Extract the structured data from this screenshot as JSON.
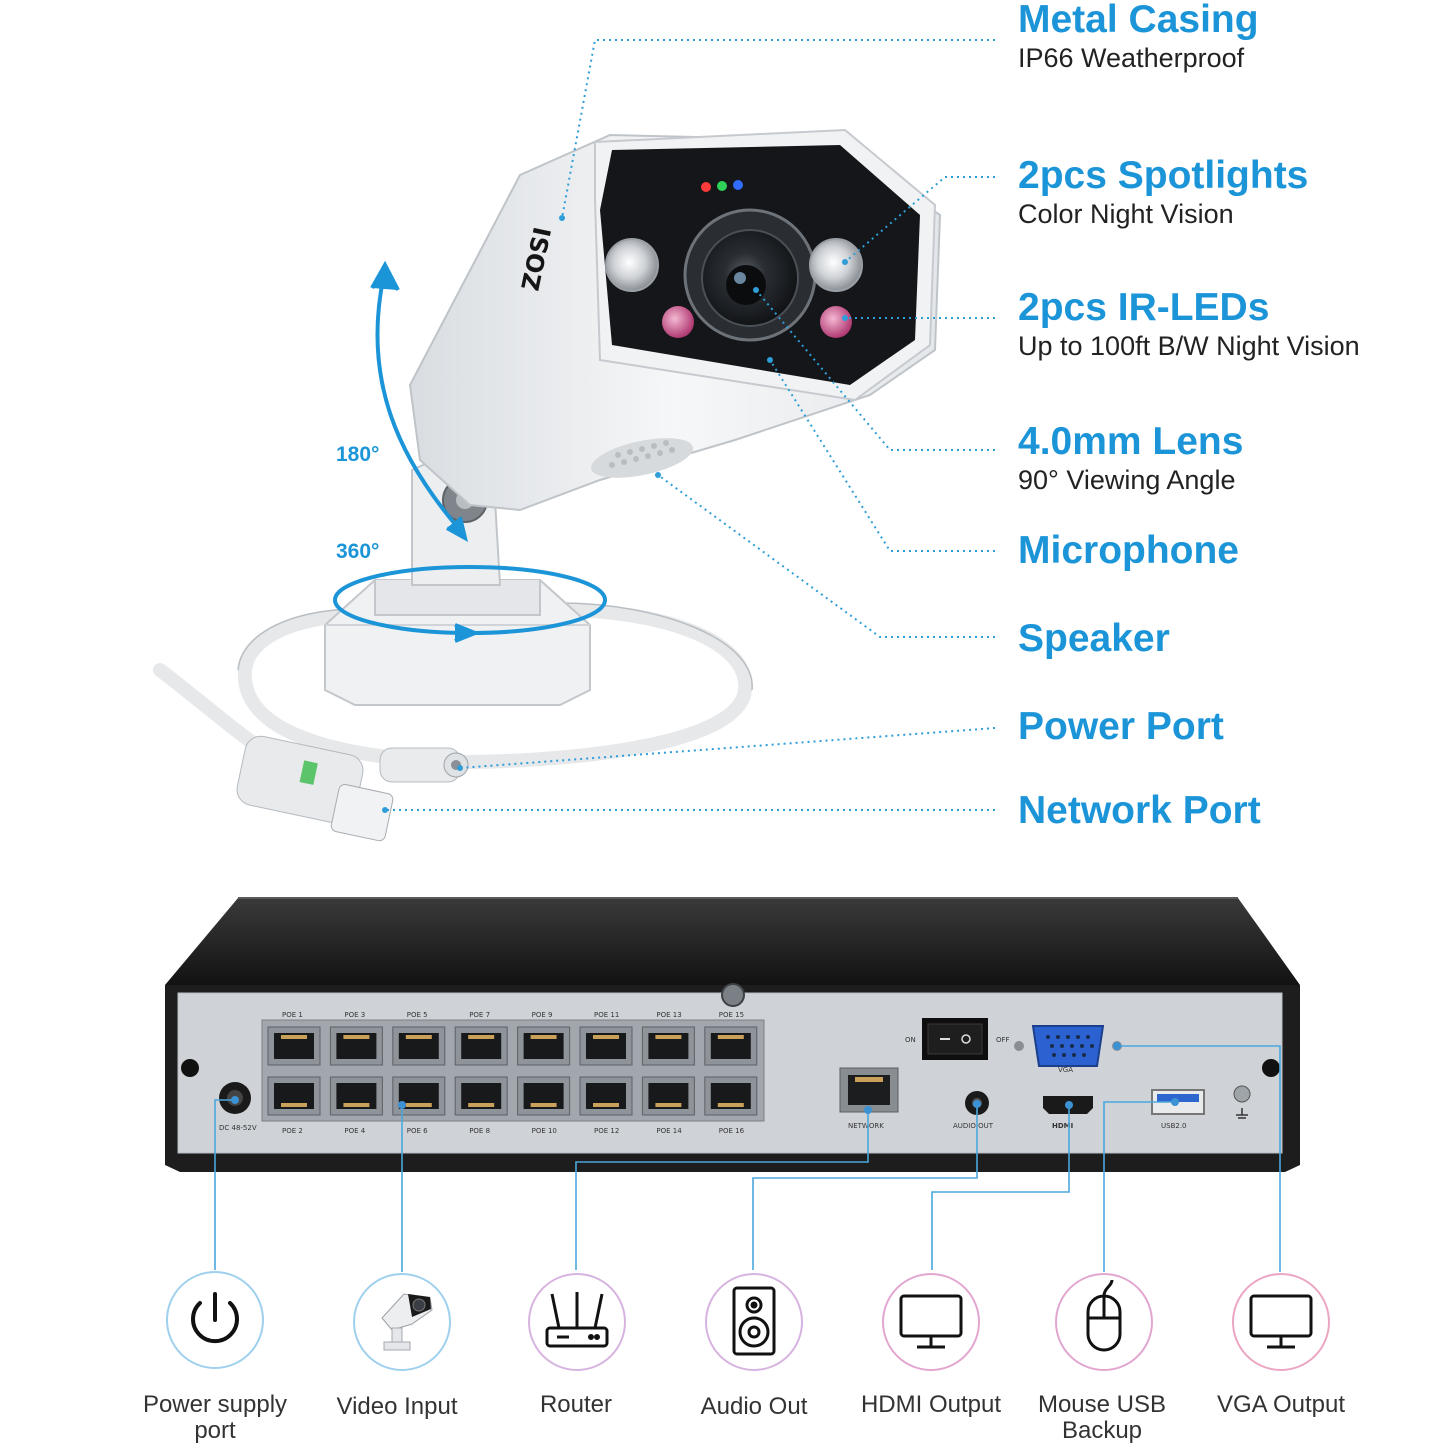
{
  "camera": {
    "brand": "ZOSI",
    "rotation_vertical": "180°",
    "rotation_horizontal": "360°",
    "callouts": [
      {
        "title": "Metal Casing",
        "subtitle": "IP66 Weatherproof"
      },
      {
        "title": "2pcs Spotlights",
        "subtitle": "Color Night Vision"
      },
      {
        "title": "2pcs IR-LEDs",
        "subtitle": "Up to 100ft B/W Night Vision"
      },
      {
        "title": "4.0mm Lens",
        "subtitle": "90° Viewing Angle"
      },
      {
        "title": "Microphone",
        "subtitle": ""
      },
      {
        "title": "Speaker",
        "subtitle": ""
      },
      {
        "title": "Power Port",
        "subtitle": ""
      },
      {
        "title": "Network Port",
        "subtitle": ""
      }
    ]
  },
  "nvr": {
    "poe_top": [
      "POE 1",
      "POE 3",
      "POE 5",
      "POE 7",
      "POE 9",
      "POE 11",
      "POE 13",
      "POE 15"
    ],
    "poe_bottom": [
      "POE 2",
      "POE 4",
      "POE 6",
      "POE 8",
      "POE 10",
      "POE 12",
      "POE 14",
      "POE 16"
    ],
    "dc_label": "DC 48-52V",
    "network_label": "NETWORK",
    "audio_out_label": "AUDIO OUT",
    "hdmi_label": "HDMI",
    "usb_label": "USB2.0",
    "vga_label": "VGA",
    "switch_on": "ON",
    "switch_off": "OFF",
    "connections": [
      {
        "label": "Power supply port",
        "icon": "power-icon",
        "ring": "#9fd0ee"
      },
      {
        "label": "Video Input",
        "icon": "camera-icon",
        "ring": "#9fd0ee"
      },
      {
        "label": "Router",
        "icon": "router-icon",
        "ring": "#d7b3df"
      },
      {
        "label": "Audio Out",
        "icon": "speaker-icon",
        "ring": "#d7b3df"
      },
      {
        "label": "HDMI Output",
        "icon": "monitor-icon",
        "ring": "#e2a6d0"
      },
      {
        "label": "Mouse USB Backup",
        "icon": "mouse-icon",
        "ring": "#e2a6d0"
      },
      {
        "label": "VGA Output",
        "icon": "monitor-icon",
        "ring": "#eba6c3"
      }
    ]
  },
  "colors": {
    "accent": "#1c95d8",
    "nvr_body": "#1e1e1e",
    "nvr_panel": "#cfd3d8"
  }
}
